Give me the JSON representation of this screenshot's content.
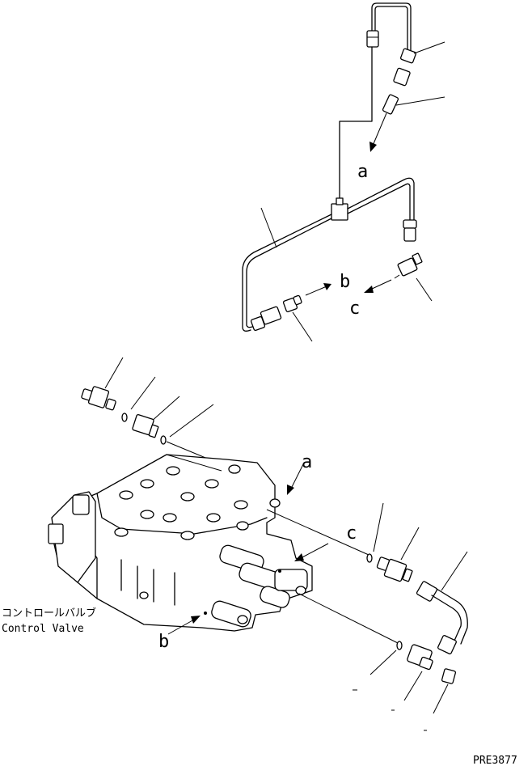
{
  "labels": {
    "ref_a_top": "a",
    "ref_b_top": "b",
    "ref_c_top": "c",
    "ref_a_bottom": "a",
    "ref_c_bottom": "c",
    "ref_b_bottom": "b",
    "valve_name_jp": "コントロールバルブ",
    "valve_name_en": "Control Valve",
    "drawing_code": "PRE3877"
  }
}
